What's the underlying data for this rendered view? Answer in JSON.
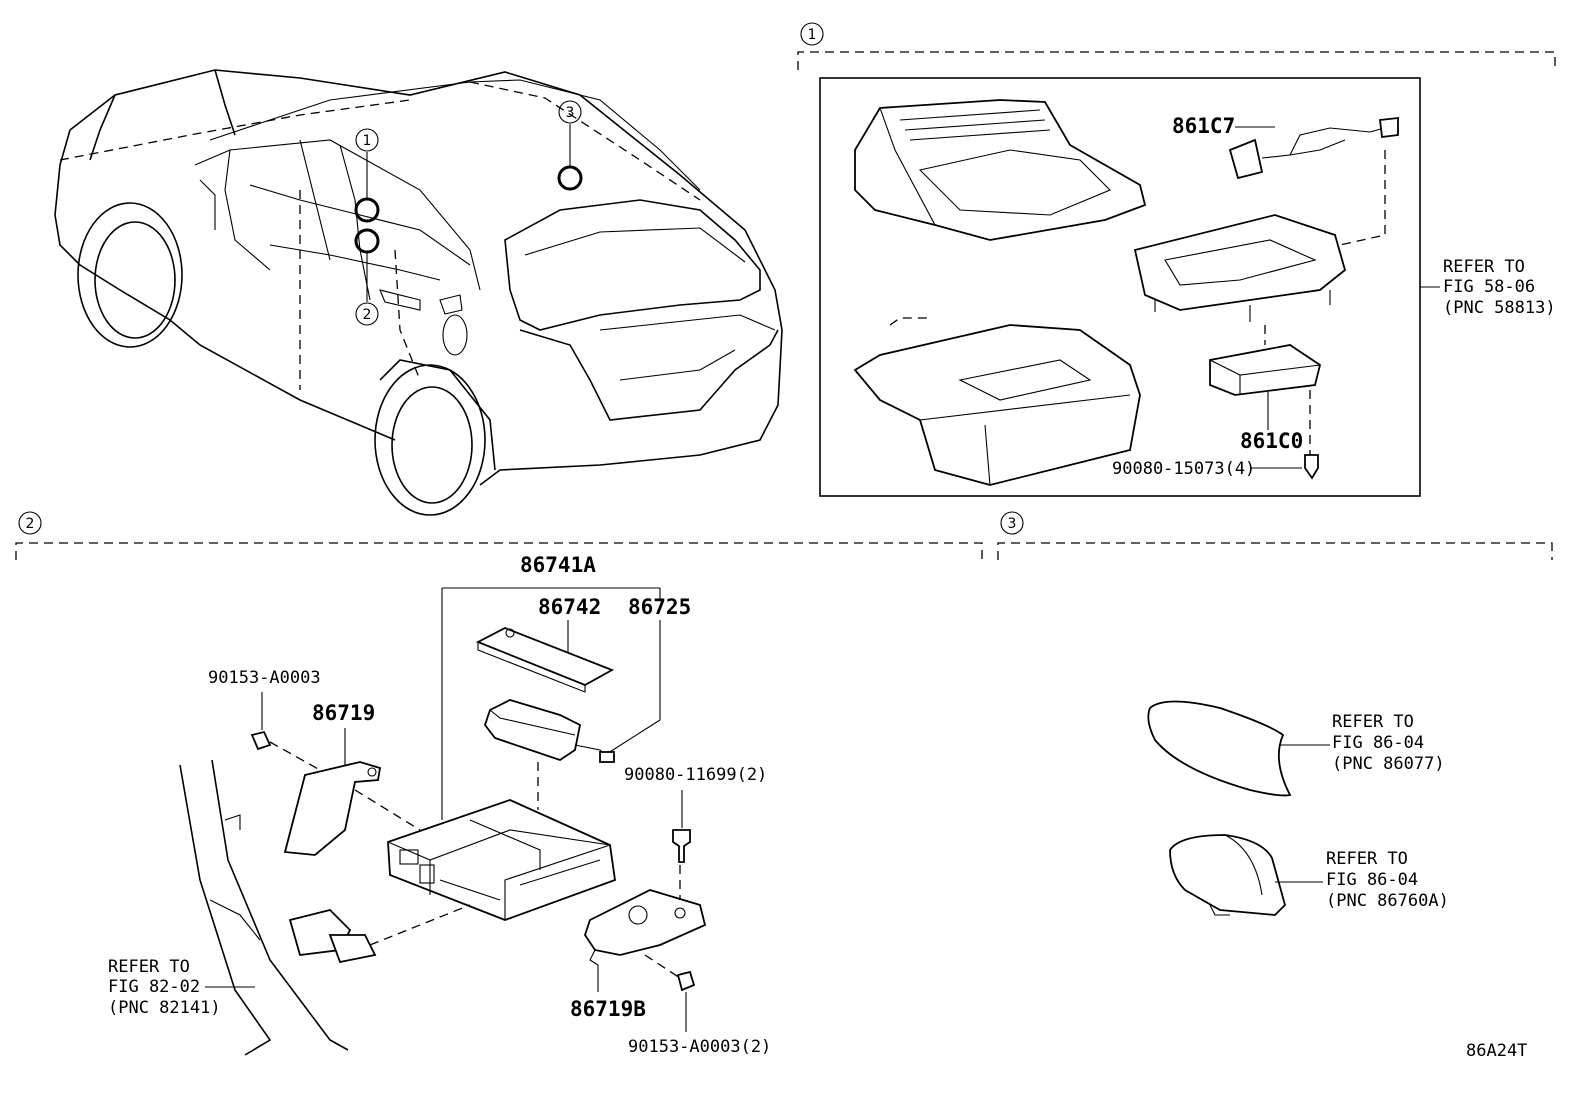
{
  "callouts": [
    "1",
    "2",
    "3"
  ],
  "section1": {
    "parts": [
      "861C7",
      "861C0",
      "90080-15073(4)"
    ],
    "refer": [
      "REFER TO",
      "FIG 58-06",
      "(PNC 58813)"
    ]
  },
  "section2": {
    "parts": [
      "86741A",
      "86742",
      "86725",
      "90153-A0003",
      "86719",
      "90080-11699(2)",
      "86719B",
      "90153-A0003(2)"
    ],
    "refer": [
      "REFER TO",
      "FIG 82-02",
      "(PNC 82141)"
    ]
  },
  "section3": {
    "refer_a": [
      "REFER TO",
      "FIG 86-04",
      "(PNC 86077)"
    ],
    "refer_b": [
      "REFER TO",
      "FIG 86-04",
      "(PNC 86760A)"
    ]
  },
  "illustration_code": "86A24T"
}
